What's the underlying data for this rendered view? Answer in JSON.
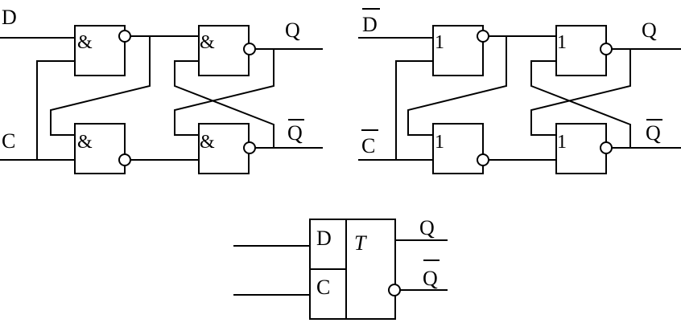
{
  "diagrams": {
    "and_latch": {
      "gate_symbol": "&",
      "inputs": [
        "D",
        "C"
      ],
      "outputs": [
        "Q",
        "Q"
      ]
    },
    "or_latch": {
      "gate_symbol": "1",
      "inputs": [
        "D",
        "C"
      ],
      "outputs": [
        "Q",
        "Q"
      ]
    },
    "symbol": {
      "input_d": "D",
      "input_c": "C",
      "type": "T",
      "outputs": [
        "Q",
        "Q"
      ]
    }
  }
}
